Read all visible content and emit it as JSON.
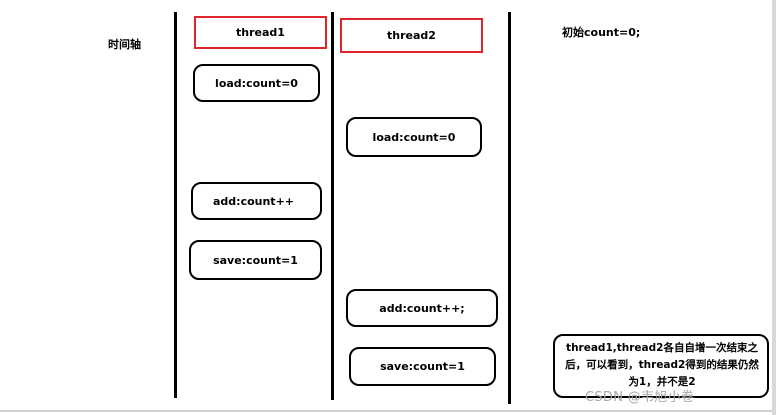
{
  "timeline_label": "时间轴",
  "init_label": "初始count=0;",
  "thread1": {
    "header": "thread1",
    "steps": [
      "load:count=0",
      "add:count++",
      "save:count=1"
    ]
  },
  "thread2": {
    "header": "thread2",
    "steps": [
      "load:count=0",
      "add:count++;",
      "save:count=1"
    ]
  },
  "note": "thread1,thread2各自自增一次结束之后，可以看到，thread2得到的结果仍然为1，并不是2",
  "watermark": "CSDN @韦旭小卷",
  "colors": {
    "header_border": "#e0252d",
    "lines": "#000000"
  }
}
